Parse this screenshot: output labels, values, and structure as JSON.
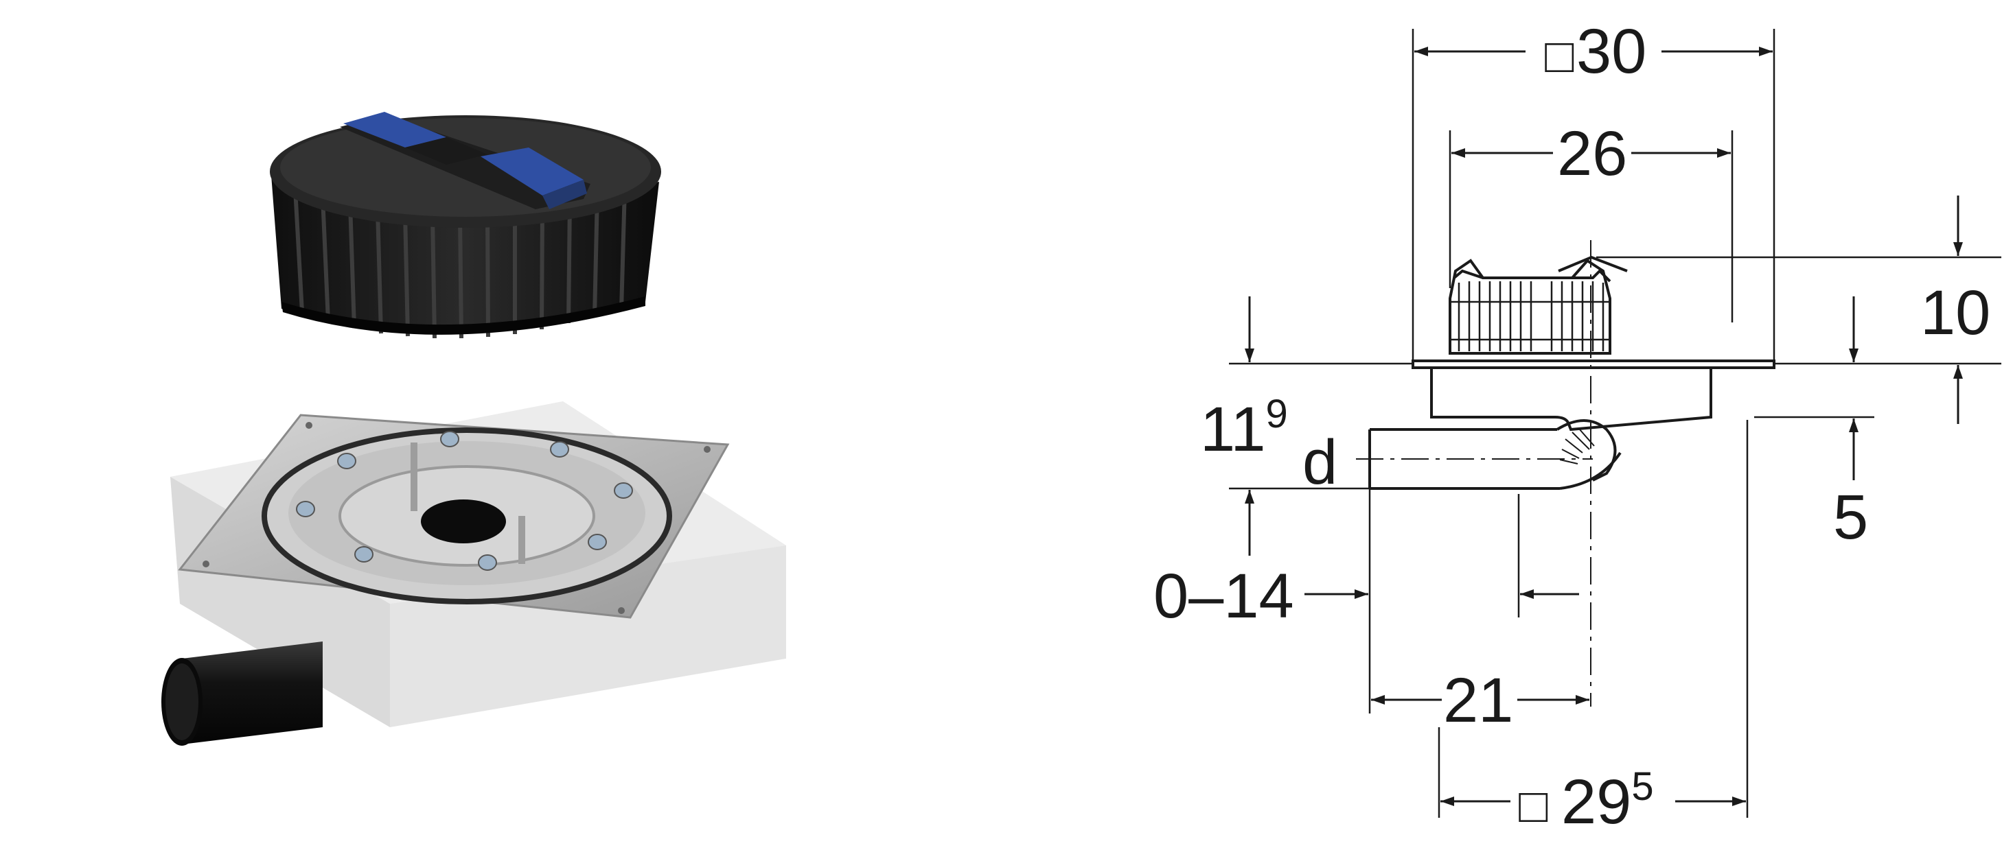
{
  "product_illustrations": {
    "grating_icon": "drain-grating-icon",
    "body_icon": "drain-body-icon",
    "colors": {
      "grating_black": "#1c1c1c",
      "grating_blue": "#2f4fa3",
      "steel": "#bcbcbc",
      "insulation": "#e9e9e9",
      "pipe": "#151515"
    }
  },
  "dimensions": {
    "overall_square_symbol": "□",
    "overall_width": "30",
    "grate_width": "26",
    "grate_height": "10",
    "flange_height_symbol": "5",
    "outlet_height_main": "11",
    "outlet_height_sup": "9",
    "outlet_label": "d",
    "adjust_range": "0–14",
    "outlet_offset": "21",
    "base_square_symbol": "□",
    "base_width_main": "29",
    "base_width_sup": "5"
  },
  "colors": {
    "line": "#1a1a1a",
    "background": "#ffffff"
  }
}
